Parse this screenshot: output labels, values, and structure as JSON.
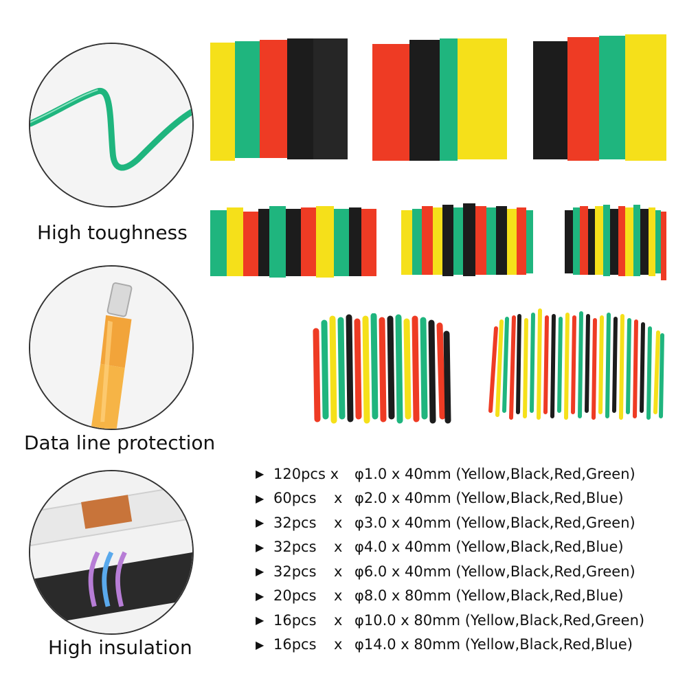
{
  "features": [
    {
      "caption": "High toughness",
      "icon": "bent-wire-icon"
    },
    {
      "caption": "Data line protection",
      "icon": "cable-connector-icon"
    },
    {
      "caption": "High insulation",
      "icon": "insulated-wire-icon"
    }
  ],
  "colors": {
    "yellow": "#f5e01a",
    "black": "#1c1c1c",
    "red": "#ee3b24",
    "green": "#1fb57e",
    "border": "#333333"
  },
  "specs": [
    {
      "bullet": "▶",
      "qty": "120pcs x",
      "x": "",
      "desc": "φ1.0 x 40mm (Yellow,Black,Red,Green)"
    },
    {
      "bullet": "▶",
      "qty": "60pcs",
      "x": "x",
      "desc": "φ2.0 x 40mm (Yellow,Black,Red,Blue)"
    },
    {
      "bullet": "▶",
      "qty": "32pcs",
      "x": "x",
      "desc": "φ3.0 x 40mm (Yellow,Black,Red,Green)"
    },
    {
      "bullet": "▶",
      "qty": "32pcs",
      "x": "x",
      "desc": "φ4.0 x 40mm (Yellow,Black,Red,Blue)"
    },
    {
      "bullet": "▶",
      "qty": "32pcs",
      "x": "x",
      "desc": "φ6.0 x 40mm (Yellow,Black,Red,Green)"
    },
    {
      "bullet": "▶",
      "qty": "20pcs",
      "x": "x",
      "desc": "φ8.0 x 80mm (Yellow,Black,Red,Blue)"
    },
    {
      "bullet": "▶",
      "qty": "16pcs",
      "x": "x",
      "desc": "φ10.0 x 80mm (Yellow,Black,Red,Green)"
    },
    {
      "bullet": "▶",
      "qty": "16pcs",
      "x": "x",
      "desc": "φ14.0 x 80mm (Yellow,Black,Red,Blue)"
    }
  ]
}
